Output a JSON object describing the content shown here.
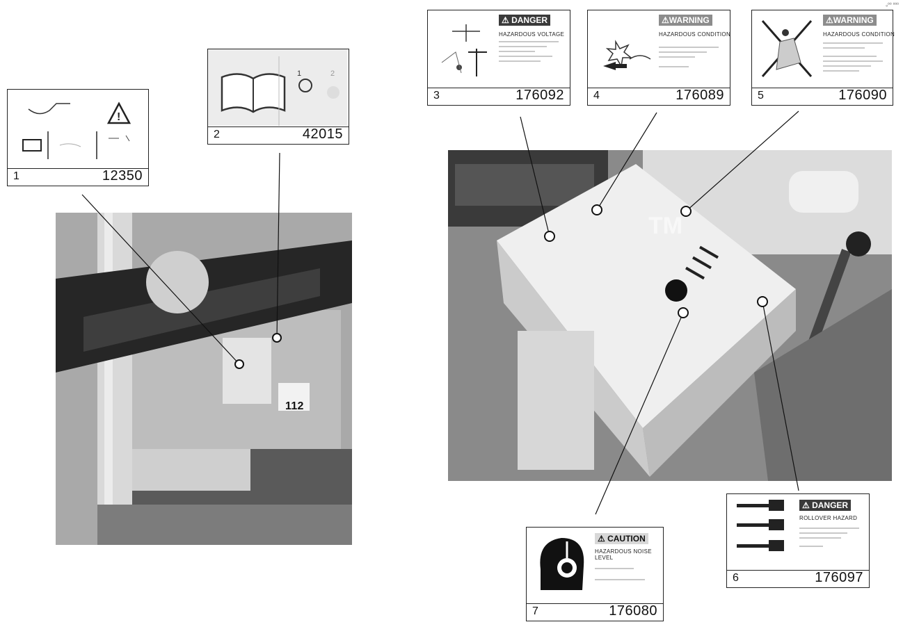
{
  "corner_id": "ₒ⁰⁰ ⁰⁰⁰",
  "watermark": "TM",
  "decals": [
    {
      "num": "1",
      "part": "12350"
    },
    {
      "num": "2",
      "part": "42015"
    },
    {
      "num": "3",
      "part": "176092",
      "header": "⚠ DANGER",
      "subtitle": "HAZARDOUS VOLTAGE"
    },
    {
      "num": "4",
      "part": "176089",
      "header": "⚠WARNING",
      "subtitle": "HAZARDOUS CONDITION"
    },
    {
      "num": "5",
      "part": "176090",
      "header": "⚠WARNING",
      "subtitle": "HAZARDOUS CONDITION"
    },
    {
      "num": "6",
      "part": "176097",
      "header": "⚠ DANGER",
      "subtitle": "ROLLOVER HAZARD"
    },
    {
      "num": "7",
      "part": "176080",
      "header": "⚠ CAUTION",
      "subtitle": "HAZARDOUS NOISE LEVEL"
    }
  ],
  "photo_marks": {
    "left_label": "112"
  }
}
